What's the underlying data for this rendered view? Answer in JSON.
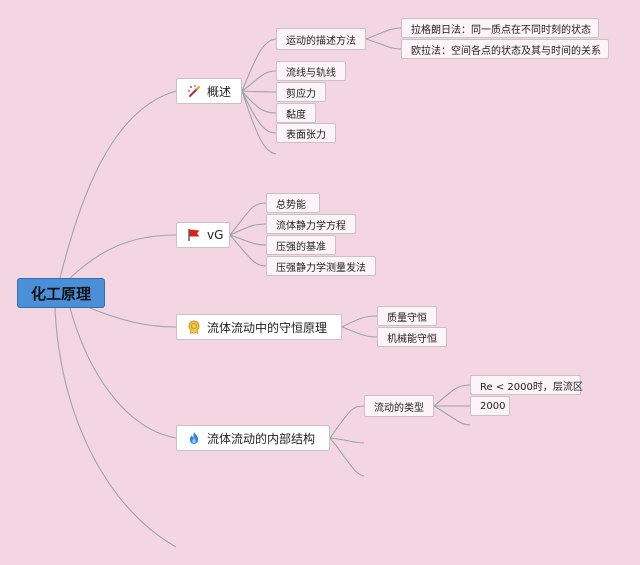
{
  "colors": {
    "background": "#f4d6e2",
    "root_fill": "#4a8fd7",
    "node_fill": "#fdf4f8",
    "link": "#9aa7a4"
  },
  "root": {
    "label": "化工原理"
  },
  "branches": [
    {
      "label": "概述",
      "icon": "magic-wand-icon",
      "children": [
        {
          "label": "运动的描述方法",
          "children": [
            {
              "label": "拉格朗日法：同一质点在不同时刻的状态"
            },
            {
              "label": "欧拉法：空间各点的状态及其与时间的关系"
            }
          ]
        },
        {
          "label": "流线与轨线"
        },
        {
          "label": "剪应力"
        },
        {
          "label": "黏度"
        },
        {
          "label": "表面张力"
        }
      ]
    },
    {
      "label": "vG",
      "icon": "red-flag-icon",
      "children": [
        {
          "label": "总势能"
        },
        {
          "label": "流体静力学方程"
        },
        {
          "label": "压强的基准"
        },
        {
          "label": "压强静力学测量发法"
        }
      ]
    },
    {
      "label": "流体流动中的守恒原理",
      "icon": "medal-icon",
      "children": [
        {
          "label": "质量守恒"
        },
        {
          "label": "机械能守恒"
        }
      ]
    },
    {
      "label": "流体流动的内部结构",
      "icon": "flame-icon",
      "children": [
        {
          "label": "流动的类型",
          "children": [
            {
              "label": "Re < 2000时，层流区"
            },
            {
              "label": "2000"
            }
          ]
        }
      ]
    }
  ]
}
